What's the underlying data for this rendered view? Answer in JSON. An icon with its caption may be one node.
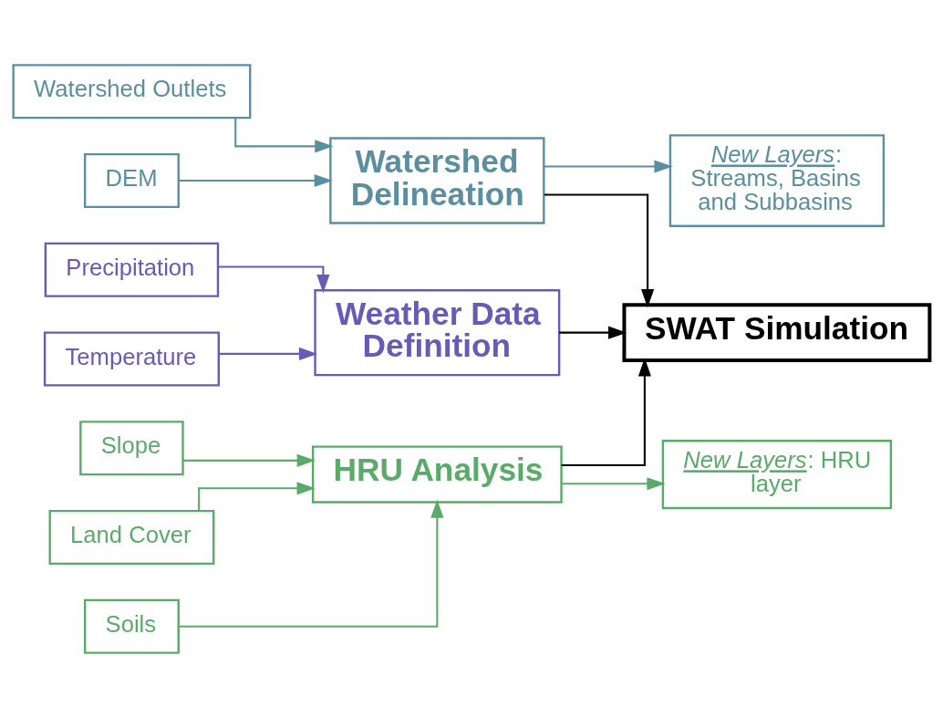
{
  "diagram": {
    "nodes": [
      {
        "text": [
          "DEM"
        ]
      },
      {
        "text": [
          "Watershed Outlets"
        ]
      },
      {
        "text": [
          "Watershed Delineation"
        ]
      },
      {
        "text": [
          "*New Layers*: Streams, Basins and Subbasins"
        ]
      },
      {
        "text": [
          "Land Cover"
        ]
      },
      {
        "text": [
          "Soils"
        ]
      },
      {
        "text": [
          "Slope"
        ]
      },
      {
        "text": [
          "HRU Analysis"
        ]
      },
      {
        "text": [
          "*New Layers*: HRU layer"
        ]
      },
      {
        "text": [
          "Temperature"
        ]
      },
      {
        "text": [
          "Precipitation"
        ]
      },
      {
        "text": [
          "Weather Data Definition"
        ]
      },
      {
        "text": [
          "SWAT Simulation"
        ]
      }
    ],
    "edges": [
      {
        "from": 0,
        "to": 2,
        "arrow": "to",
        "color": "#5b8fa0"
      },
      {
        "from": 1,
        "to": 2,
        "arrow": "to",
        "color": "#5b8fa0"
      },
      {
        "from": 2,
        "to": 3,
        "arrow": "to",
        "color": "#5b8fa0"
      },
      {
        "from": 4,
        "to": 7,
        "arrow": "to",
        "color": "#5aaa6a"
      },
      {
        "from": 5,
        "to": 7,
        "arrow": "to",
        "color": "#5aaa6a"
      },
      {
        "from": 6,
        "to": 7,
        "arrow": "to",
        "color": "#5aaa6a"
      },
      {
        "from": 7,
        "to": 8,
        "arrow": "to",
        "color": "#5aaa6a"
      },
      {
        "from": 9,
        "to": 11,
        "arrow": "to",
        "color": "#6a5ab8"
      },
      {
        "from": 10,
        "to": 11,
        "arrow": "to",
        "color": "#6a5ab8"
      },
      {
        "from": 2,
        "to": 12,
        "arrow": "to",
        "color": "#000000"
      },
      {
        "from": 7,
        "to": 12,
        "arrow": "to",
        "color": "#000000"
      },
      {
        "from": 11,
        "to": 12,
        "arrow": "to",
        "color": "#000000"
      }
    ]
  }
}
